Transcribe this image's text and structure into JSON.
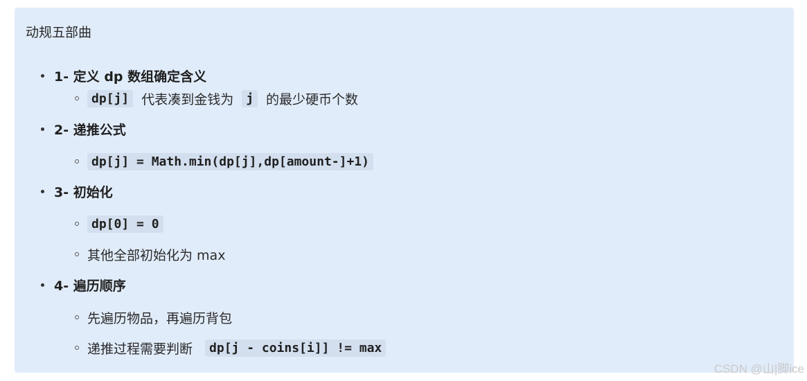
{
  "title": "动规五部曲",
  "steps": [
    {
      "label": "1- 定义 dp 数组确定含义",
      "items": [
        {
          "code1": "dp[j]",
          "text1": "代表凑到金钱为",
          "code2": "j",
          "text2": "的最少硬币个数"
        }
      ]
    },
    {
      "label": "2- 递推公式",
      "items": [
        {
          "code1": "dp[j] = Math.min(dp[j],dp[amount-]+1)"
        }
      ]
    },
    {
      "label": "3- 初始化",
      "items": [
        {
          "code1": "dp[0] = 0"
        },
        {
          "text1": "其他全部初始化为 max"
        }
      ]
    },
    {
      "label": "4- 遍历顺序",
      "items": [
        {
          "text1": "先遍历物品，再遍历背包"
        },
        {
          "text1": "递推过程需要判断",
          "code1": "dp[j - coins[i]] != max"
        }
      ]
    }
  ],
  "watermark": "CSDN @山|脚ice"
}
